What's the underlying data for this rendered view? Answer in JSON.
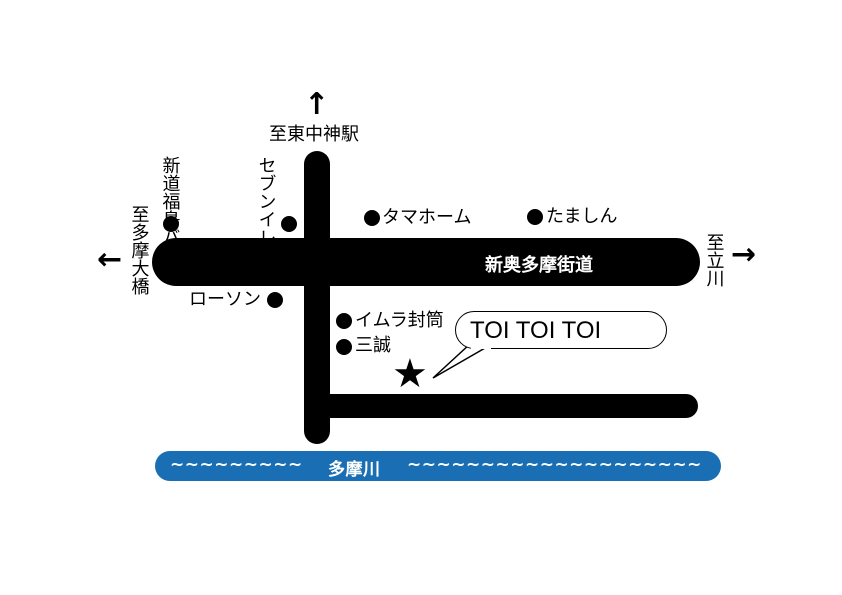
{
  "roads": {
    "main_road_name": "新奥多摩街道"
  },
  "river": {
    "name": "多摩川",
    "waves_left": "~~~~~~~~~",
    "waves_right": "~~~~~~~~~~~~~~~~~~~~",
    "color": "#1a6fb4"
  },
  "directions": {
    "north": {
      "arrow": "↑",
      "label": "至東中神駅"
    },
    "west": {
      "arrow": "←",
      "label": "至多摩大橋"
    },
    "east": {
      "arrow": "→",
      "label": "至立川"
    }
  },
  "landmarks": {
    "bus_stop": "新道福島バス停",
    "seven_eleven": "セブンイレブン",
    "tama_home": "タマホーム",
    "tamashin": "たましん",
    "lawson": "ローソン",
    "imura": "イムラ封筒",
    "sansei": "三誠"
  },
  "destination": {
    "name": "TOI TOI TOI",
    "marker_icon": "star-icon",
    "marker_glyph": "★"
  }
}
